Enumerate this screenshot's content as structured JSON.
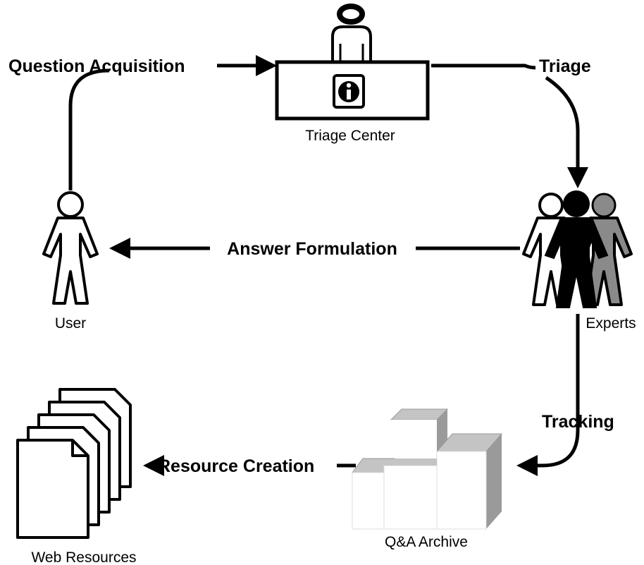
{
  "steps": {
    "question_acquisition": "Question Acquisition",
    "triage": "Triage",
    "answer_formulation": "Answer Formulation",
    "tracking": "Tracking",
    "resource_creation": "Resource Creation"
  },
  "nodes": {
    "triage_center": "Triage Center",
    "user": "User",
    "experts": "Experts",
    "qa_archive": "Q&A Archive",
    "web_resources": "Web Resources"
  },
  "icons": {
    "triage_center": "info-desk-icon",
    "user": "person-outline-icon",
    "experts": "group-of-people-icon",
    "qa_archive": "stacked-blocks-icon",
    "web_resources": "document-stack-icon"
  },
  "colors": {
    "stroke": "#000000",
    "expert_dark": "#000000",
    "expert_gray": "#8a8a8a",
    "block_top": "#c4c4c4",
    "block_side": "#9a9a9a"
  }
}
